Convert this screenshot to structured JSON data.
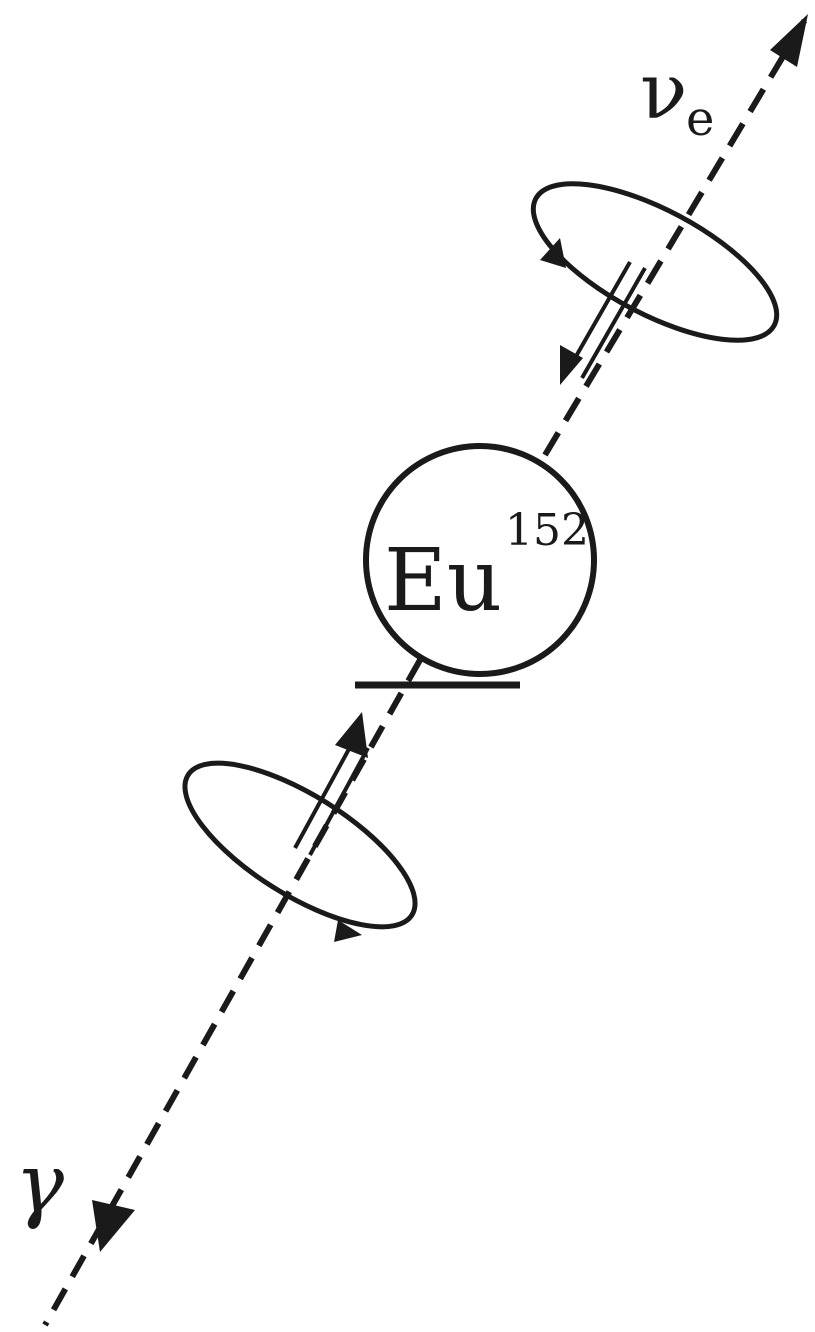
{
  "diagram": {
    "nucleus": {
      "symbol": "Eu",
      "mass_number": "152"
    },
    "particles": {
      "neutrino": {
        "symbol": "ν",
        "subscript": "e"
      },
      "gamma": {
        "symbol": "γ"
      }
    },
    "colors": {
      "ink": "#1a1a1a",
      "background": "#ffffff"
    }
  }
}
